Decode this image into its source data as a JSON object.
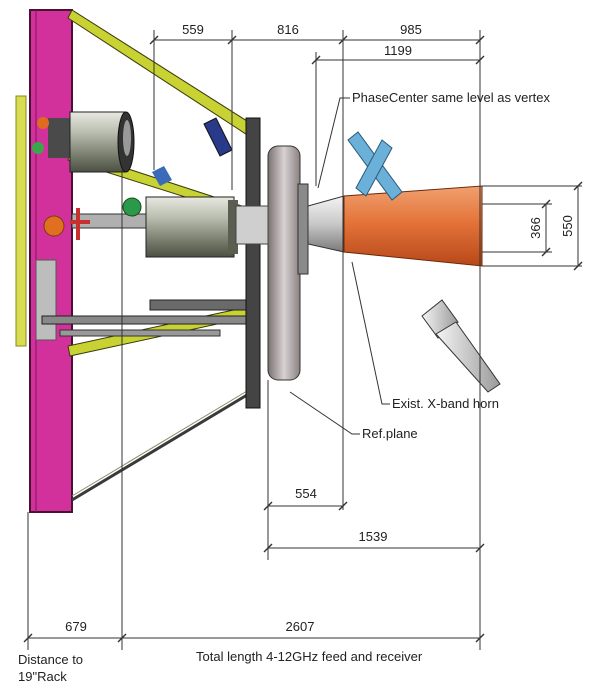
{
  "dimensions": {
    "d559": "559",
    "d816": "816",
    "d985": "985",
    "d1199": "1199",
    "d366": "366",
    "d550": "550",
    "d554": "554",
    "d1539": "1539",
    "d679": "679",
    "d2607": "2607"
  },
  "annotations": {
    "phase_center": "PhaseCenter same level as vertex",
    "xband_horn": "Exist. X-band horn",
    "ref_plane": "Ref.plane"
  },
  "footer": {
    "rack_line1": "Distance to",
    "rack_line2": "19\"Rack",
    "total_length": "Total length 4-12GHz feed and receiver"
  },
  "colors": {
    "rack": "#d2309a",
    "strut": "#c8d232",
    "feed_cone": "#e4743a",
    "xband_horn": "#6ab0d8",
    "dimension_line": "#333333"
  }
}
